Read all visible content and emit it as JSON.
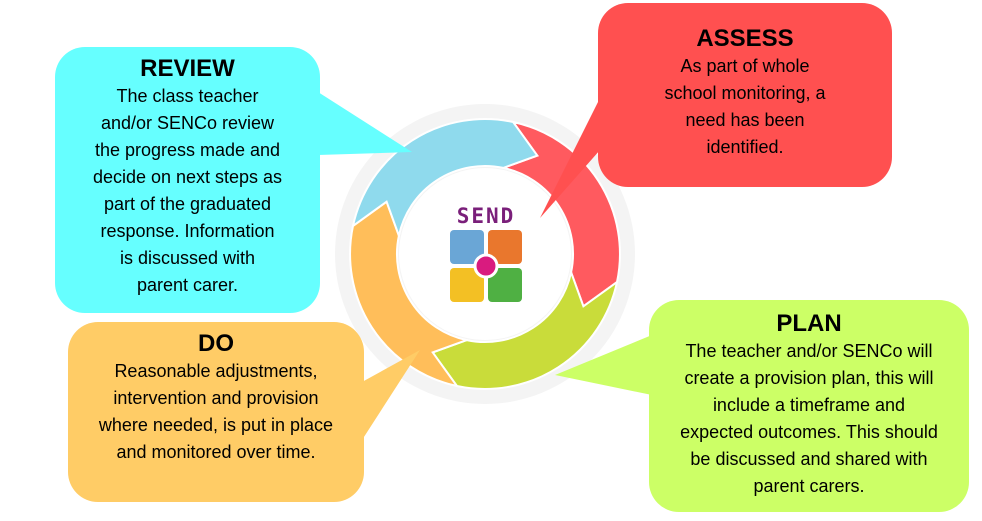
{
  "cycle": {
    "logo_text": "SEND",
    "colors": {
      "assess": "#ff5a5f",
      "plan": "#c9dc3a",
      "do": "#ffbe5a",
      "review": "#8fdaed",
      "logo_tiles": [
        "#6aa6d6",
        "#e9772d",
        "#f3c024",
        "#4fb043"
      ],
      "logo_center": "#d91b7f"
    }
  },
  "review": {
    "title": "REVIEW",
    "lines": [
      "The class teacher",
      "and/or SENCo review",
      "the progress made and",
      "decide on next steps as",
      "part of the graduated",
      "response. Information",
      "is discussed with",
      "parent carer."
    ]
  },
  "assess": {
    "title": "ASSESS",
    "lines": [
      "As part of whole",
      "school monitoring, a",
      "need has been",
      "identified."
    ]
  },
  "do": {
    "title": "DO",
    "lines": [
      "Reasonable adjustments,",
      "intervention and provision",
      "where needed, is put in place",
      "and monitored over time."
    ]
  },
  "plan": {
    "title": "PLAN",
    "lines": [
      "The teacher and/or SENCo  will",
      "create a provision plan, this will",
      "include a timeframe and",
      "expected outcomes. This should",
      "be discussed and shared with",
      "parent carers."
    ]
  }
}
